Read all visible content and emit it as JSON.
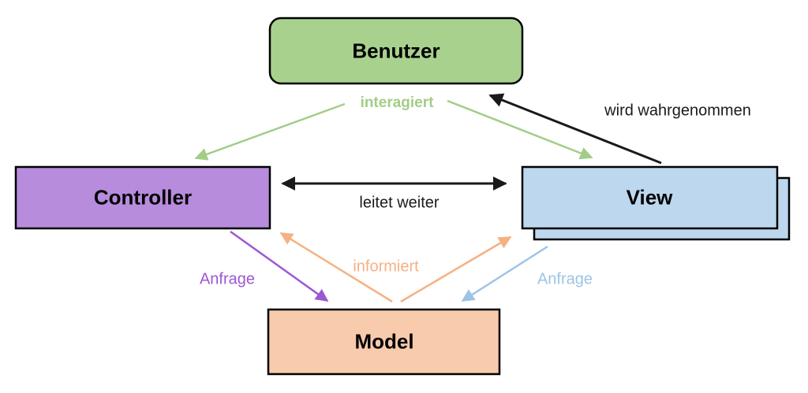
{
  "diagram": {
    "background_color": "#ffffff",
    "nodes": {
      "benutzer": {
        "label": "Benutzer",
        "fill": "#a9d18e",
        "border_color": "#000000"
      },
      "controller": {
        "label": "Controller",
        "fill": "#b78cdc",
        "border_color": "#000000"
      },
      "view": {
        "label": "View",
        "fill": "#bdd7ee",
        "border_color": "#000000"
      },
      "model": {
        "label": "Model",
        "fill": "#f8cbad",
        "border_color": "#000000"
      }
    },
    "edges": {
      "interagiert": {
        "label": "interagiert",
        "color": "#a3cd87"
      },
      "wird_wahrgenommen": {
        "label": "wird wahrgenommen",
        "color": "#1a1a1a"
      },
      "leitet_weiter": {
        "label": "leitet weiter",
        "color": "#1a1a1a"
      },
      "anfrage_controller": {
        "label": "Anfrage",
        "color": "#9d56d3"
      },
      "informiert": {
        "label": "informiert",
        "color": "#f5b183"
      },
      "anfrage_view": {
        "label": "Anfrage",
        "color": "#9dc3e6"
      }
    }
  }
}
